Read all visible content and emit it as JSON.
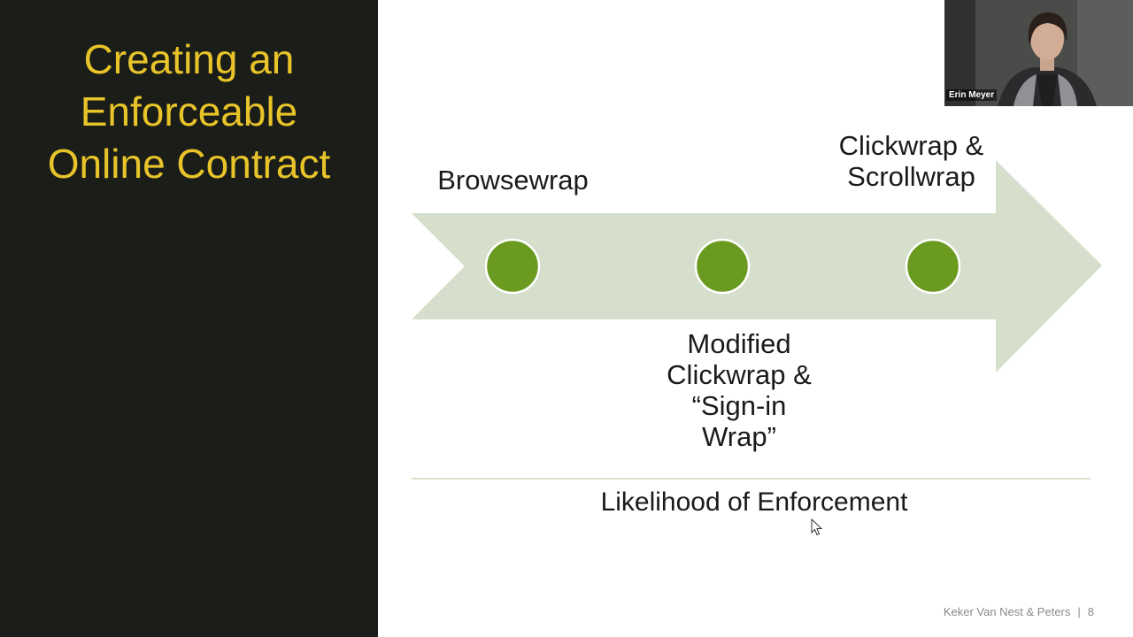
{
  "slide": {
    "title_lines": [
      "Creating an",
      "Enforceable",
      "Online Contract"
    ],
    "labels": {
      "browsewrap": "Browsewrap",
      "clickwrap_lines": [
        "Clickwrap &",
        "Scrollwrap"
      ],
      "modified_lines": [
        "Modified",
        "Clickwrap &",
        "“Sign-in",
        "Wrap”"
      ]
    },
    "axis_label": "Likelihood of Enforcement",
    "footer": {
      "firm": "Keker Van Nest & Peters",
      "separator": "|",
      "page_number": "8"
    }
  },
  "video": {
    "participant_name": "Erin Meyer"
  },
  "colors": {
    "left_panel_bg": "#1b1d18",
    "title_color": "#e8c42a",
    "arrow_fill": "#d6dfcc",
    "dot_fill": "#6a9a1f",
    "dot_stroke": "#ffffff"
  }
}
